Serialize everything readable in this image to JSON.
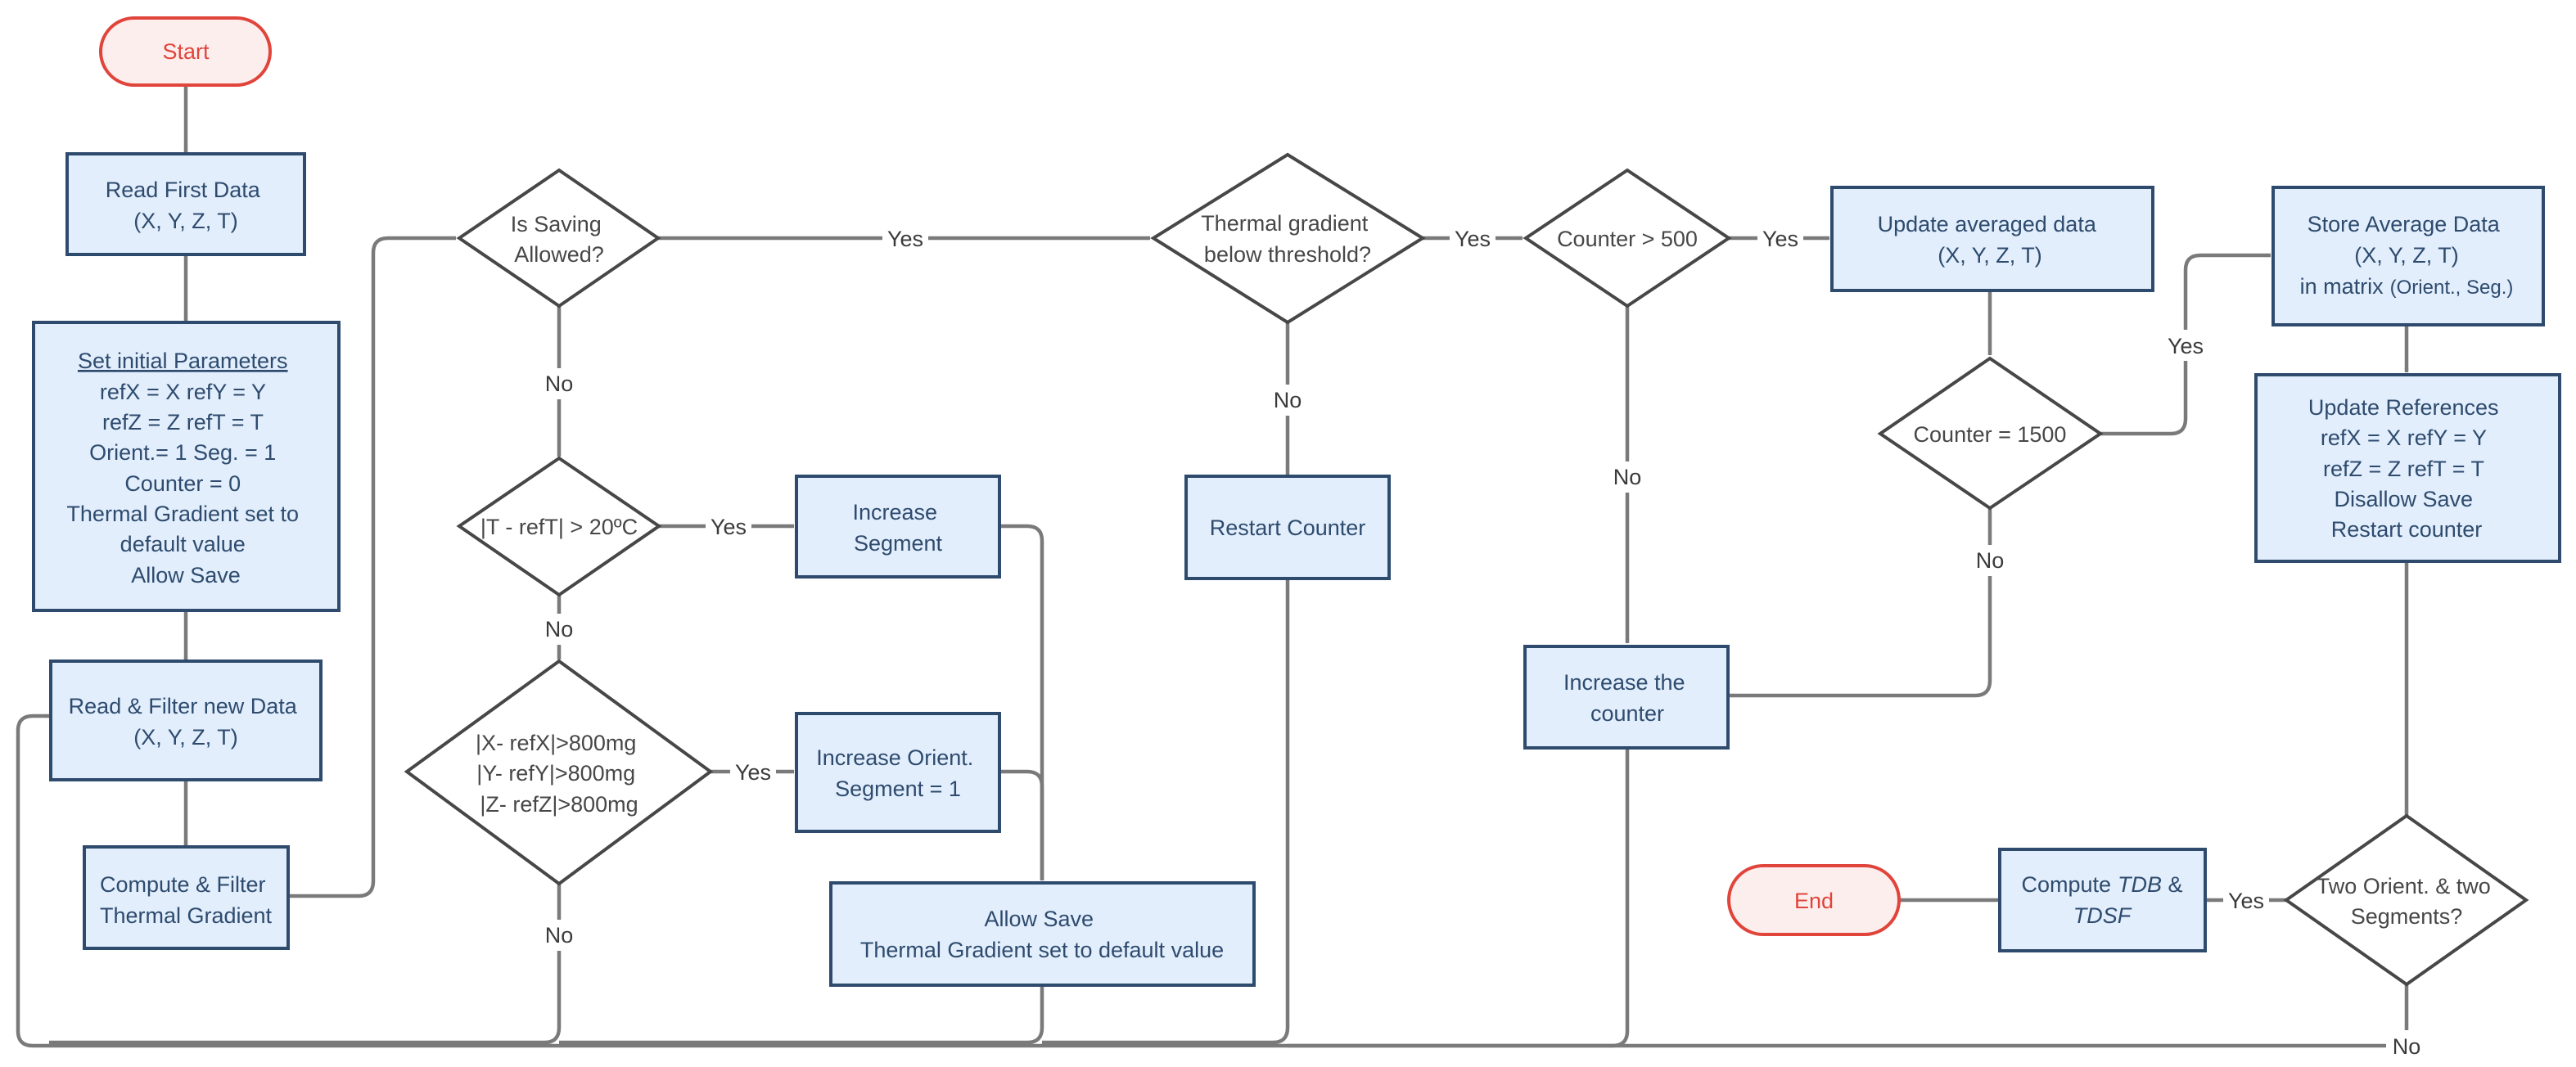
{
  "colors": {
    "process_fill": "#e2eefc",
    "process_stroke": "#2e4b6e",
    "terminal_stroke": "#e0443a",
    "decision_stroke": "#474747",
    "connector": "#7a7a7a"
  },
  "nodes": {
    "start": "Start",
    "read_first": [
      "Read First Data",
      "(X, Y, Z, T)"
    ],
    "init_params": [
      "Set initial Parameters",
      "refX = X    refY = Y",
      "refZ = Z    refT = T",
      "Orient.= 1    Seg. = 1",
      "Counter = 0",
      "Thermal Gradient set to",
      "default value",
      "Allow Save"
    ],
    "read_filter": [
      "Read & Filter new Data",
      "(X, Y, Z, T)"
    ],
    "compute_filter": [
      "Compute & Filter",
      "Thermal Gradient"
    ],
    "is_saving": [
      "Is Saving",
      "Allowed?"
    ],
    "temp_check": "|T - refT| > 20ºC",
    "increase_segment": [
      "Increase",
      "Segment"
    ],
    "accel_check": [
      "|X- refX|>800mg",
      "|Y- refY|>800mg",
      "|Z- refZ|>800mg"
    ],
    "increase_orient": [
      "Increase Orient.",
      "Segment = 1"
    ],
    "allow_save": [
      "Allow Save",
      "Thermal Gradient set to default value"
    ],
    "thermal_check": [
      "Thermal gradient",
      "below threshold?"
    ],
    "restart_counter": "Restart Counter",
    "counter_500": "Counter > 500",
    "increase_counter": [
      "Increase the",
      "counter"
    ],
    "update_avg": [
      "Update averaged data",
      "(X, Y, Z, T)"
    ],
    "counter_1500": "Counter = 1500",
    "store_avg": [
      "Store Average Data",
      "(X, Y, Z, T)",
      "in matrix",
      "(Orient., Seg.)"
    ],
    "update_refs": [
      "Update References",
      "refX = X    refY = Y",
      "refZ = Z    refT = T",
      "Disallow Save",
      "Restart counter"
    ],
    "two_orient": [
      "Two Orient. & two",
      "Segments?"
    ],
    "compute_tdb": [
      "Compute",
      "TDB",
      " &",
      "TDSF"
    ],
    "end": "End"
  },
  "edge_labels": {
    "yes": "Yes",
    "no": "No"
  }
}
